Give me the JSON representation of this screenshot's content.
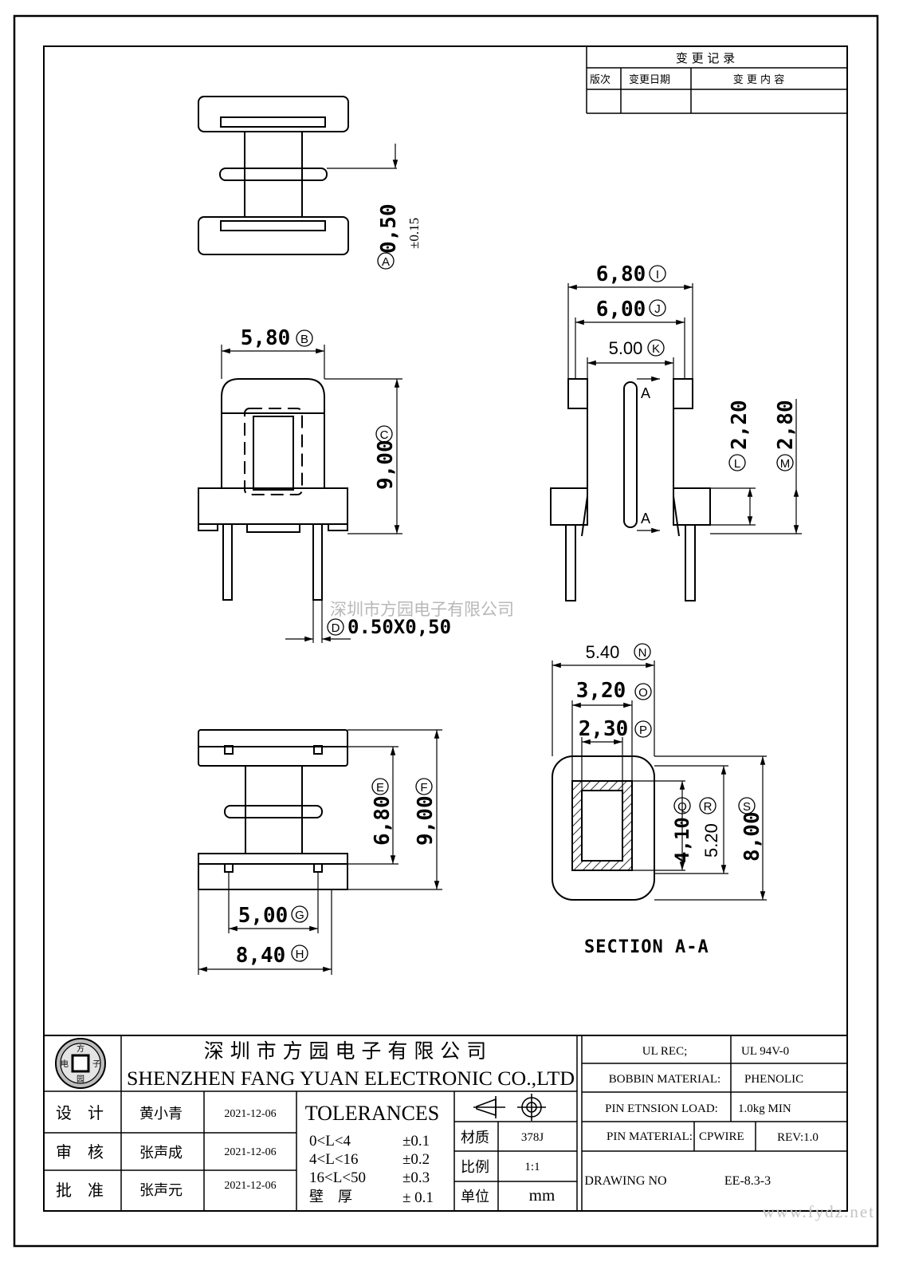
{
  "change_record": {
    "title": "变 更 记 录",
    "col_version": "版次",
    "col_date": "变更日期",
    "col_content": "变 更 内 容"
  },
  "dimensions": {
    "A": {
      "value": "0,50",
      "tol": "±0.15",
      "letter": "A"
    },
    "B": {
      "value": "5,80",
      "letter": "B"
    },
    "C": {
      "value": "9,00",
      "letter": "C"
    },
    "D": {
      "value": "0.50X0,50",
      "letter": "D"
    },
    "E": {
      "value": "6,80",
      "letter": "E"
    },
    "F": {
      "value": "9,00",
      "letter": "F"
    },
    "G": {
      "value": "5,00",
      "letter": "G"
    },
    "H": {
      "value": "8,40",
      "letter": "H"
    },
    "I": {
      "value": "6,80",
      "letter": "I"
    },
    "J": {
      "value": "6,00",
      "letter": "J"
    },
    "K": {
      "value": "5.00",
      "letter": "K"
    },
    "L": {
      "value": "2,20",
      "letter": "L"
    },
    "M": {
      "value": "2,80",
      "letter": "M"
    },
    "N": {
      "value": "5.40",
      "letter": "N"
    },
    "O": {
      "value": "3,20",
      "letter": "O"
    },
    "P": {
      "value": "2,30",
      "letter": "P"
    },
    "Q": {
      "value": "4,10",
      "letter": "Q"
    },
    "R": {
      "value": "5.20",
      "letter": "R"
    },
    "S": {
      "value": "8,00",
      "letter": "S"
    }
  },
  "section_marker": "A",
  "section_label": "SECTION A-A",
  "watermark": "深圳市方园电子有限公司",
  "company": {
    "name_cn": "深 圳 市 方 园 电 子 有 限 公 司",
    "name_en": "SHENZHEN FANG YUAN ELECTRONIC CO.,LTD",
    "logo_chars": [
      "方",
      "电",
      "子",
      "园"
    ]
  },
  "signoff": [
    {
      "role": "设　计",
      "name": "黄小青",
      "date": "2021-12-06"
    },
    {
      "role": "审　核",
      "name": "张声成",
      "date": "2021-12-06"
    },
    {
      "role": "批　准",
      "name": "张声元",
      "date": "2021-12-06"
    }
  ],
  "tolerances": {
    "title": "TOLERANCES",
    "rows": [
      {
        "range": "0<L<4",
        "tol": "±0.1"
      },
      {
        "range": "4<L<16",
        "tol": "±0.2"
      },
      {
        "range": "16<L<50",
        "tol": "±0.3"
      },
      {
        "range": "壁　厚",
        "tol": "±  0.1"
      }
    ]
  },
  "material_block": [
    {
      "label": "材质",
      "value": "378J"
    },
    {
      "label": "比例",
      "value": "1:1"
    },
    {
      "label": "单位",
      "value": "mm"
    }
  ],
  "specs": {
    "ul_rec_label": "UL REC;",
    "ul_rec_value": "UL  94V-0",
    "bobbin_material_label": "BOBBIN MATERIAL:",
    "bobbin_material_value": "PHENOLIC",
    "pin_load_label": "PIN ETNSION LOAD:",
    "pin_load_value": "1.0kg MIN",
    "pin_material_label": "PIN MATERIAL:",
    "pin_material_value": "CPWIRE",
    "rev": "REV:1.0",
    "drawing_no_label": "DRAWING NO",
    "drawing_no_value": "EE-8.3-3"
  },
  "footer_watermark": "www.fydz.net"
}
